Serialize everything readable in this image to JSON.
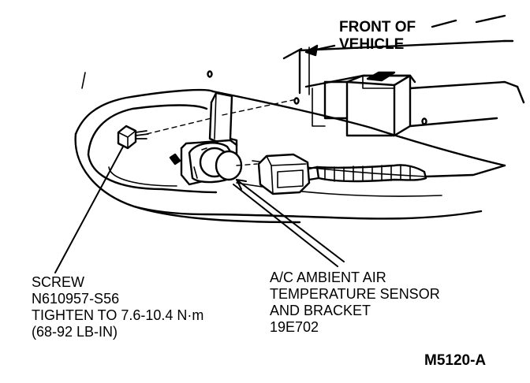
{
  "direction_label": {
    "line1": "FRONT OF",
    "line2": "VEHICLE"
  },
  "screw_callout": {
    "line1": "SCREW",
    "line2": "N610957-S56",
    "line3": "TIGHTEN TO 7.6-10.4 N·m",
    "line4": "(68-92 LB-IN)"
  },
  "sensor_callout": {
    "line1": "A/C AMBIENT AIR",
    "line2": "TEMPERATURE SENSOR",
    "line3": "AND BRACKET",
    "line4": "19E702"
  },
  "figure_id": "M5120-A"
}
